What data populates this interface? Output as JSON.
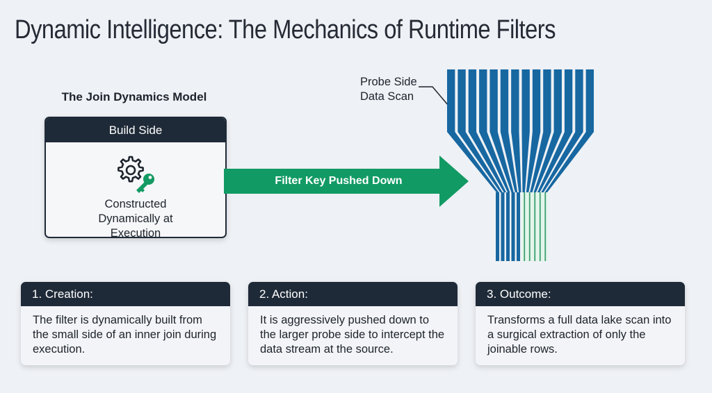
{
  "title": "Dynamic Intelligence: The Mechanics of Runtime Filters",
  "model": {
    "title": "The Join Dynamics Model",
    "build_side": {
      "header": "Build Side",
      "icon": "gear-key-icon",
      "text": "Constructed Dynamically at Execution"
    }
  },
  "arrow": {
    "label": "Filter Key Pushed Down",
    "color": "#129a64"
  },
  "probe": {
    "label_line1": "Probe Side",
    "label_line2": "Data Scan",
    "scan_streams": 14,
    "output_streams": {
      "blue": 5,
      "green": 5
    },
    "colors": {
      "scan": "#1767a1",
      "kept": "#1767a1",
      "filtered": "#3e9d6e"
    }
  },
  "cards": [
    {
      "header": "1. Creation:",
      "body": "The filter is dynamically built from the small side of an inner join during execution."
    },
    {
      "header": "2. Action:",
      "body": "It is aggressively pushed down to the larger probe side to intercept the data stream at the source."
    },
    {
      "header": "3. Outcome:",
      "body": "Transforms a full data lake scan into a surgical extraction of only the joinable rows."
    }
  ]
}
